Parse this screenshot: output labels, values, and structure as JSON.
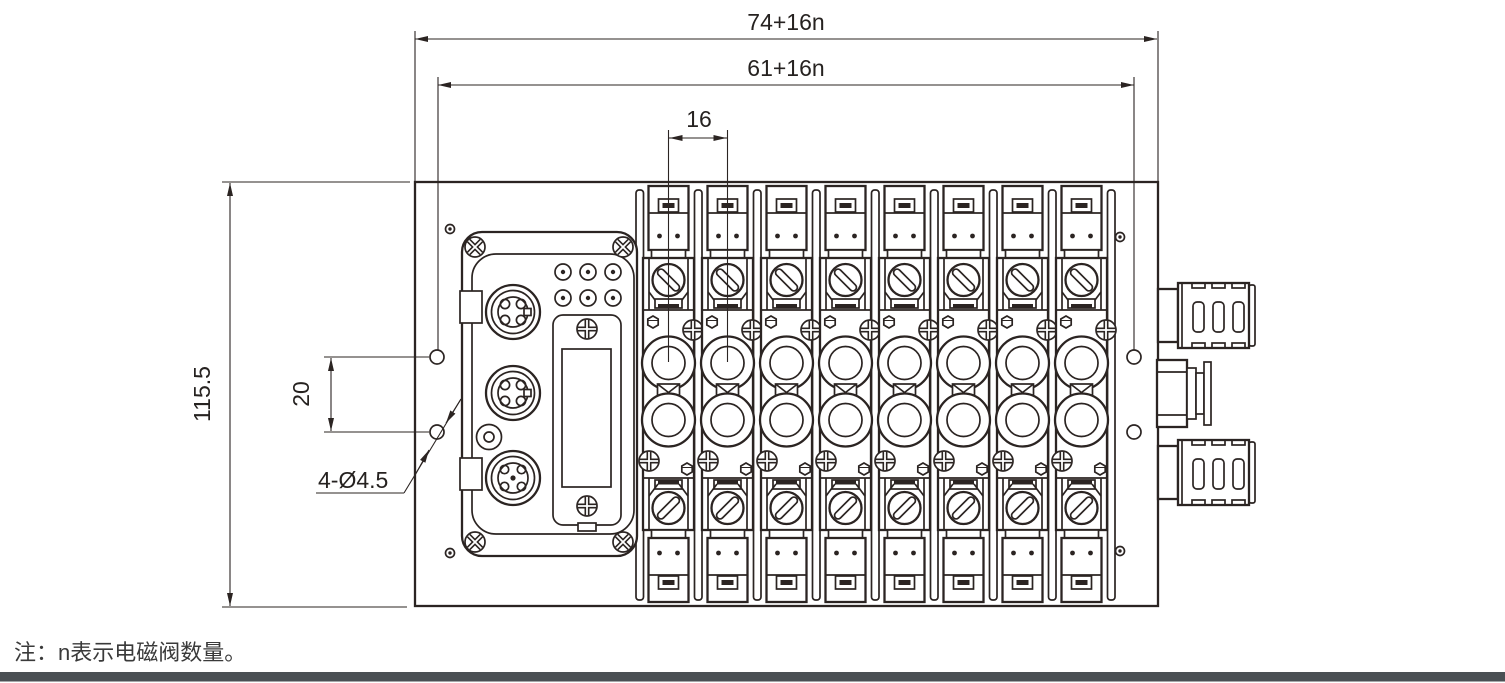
{
  "dimensions": {
    "total_width": "74+16n",
    "mounting_width": "61+16n",
    "station_pitch": "16",
    "overall_height": "115.5",
    "hole_spacing": "20",
    "mounting_holes": "4-Ø4.5"
  },
  "note": "注：n表示电磁阀数量。",
  "drawing": {
    "type": "technical-dimension-drawing",
    "subject": "solenoid-valve-manifold-top-view",
    "valve_station_count": 8,
    "line_color": "#2b2422",
    "footer_bar_color": "#4a4f53",
    "background_color": "#ffffff"
  }
}
